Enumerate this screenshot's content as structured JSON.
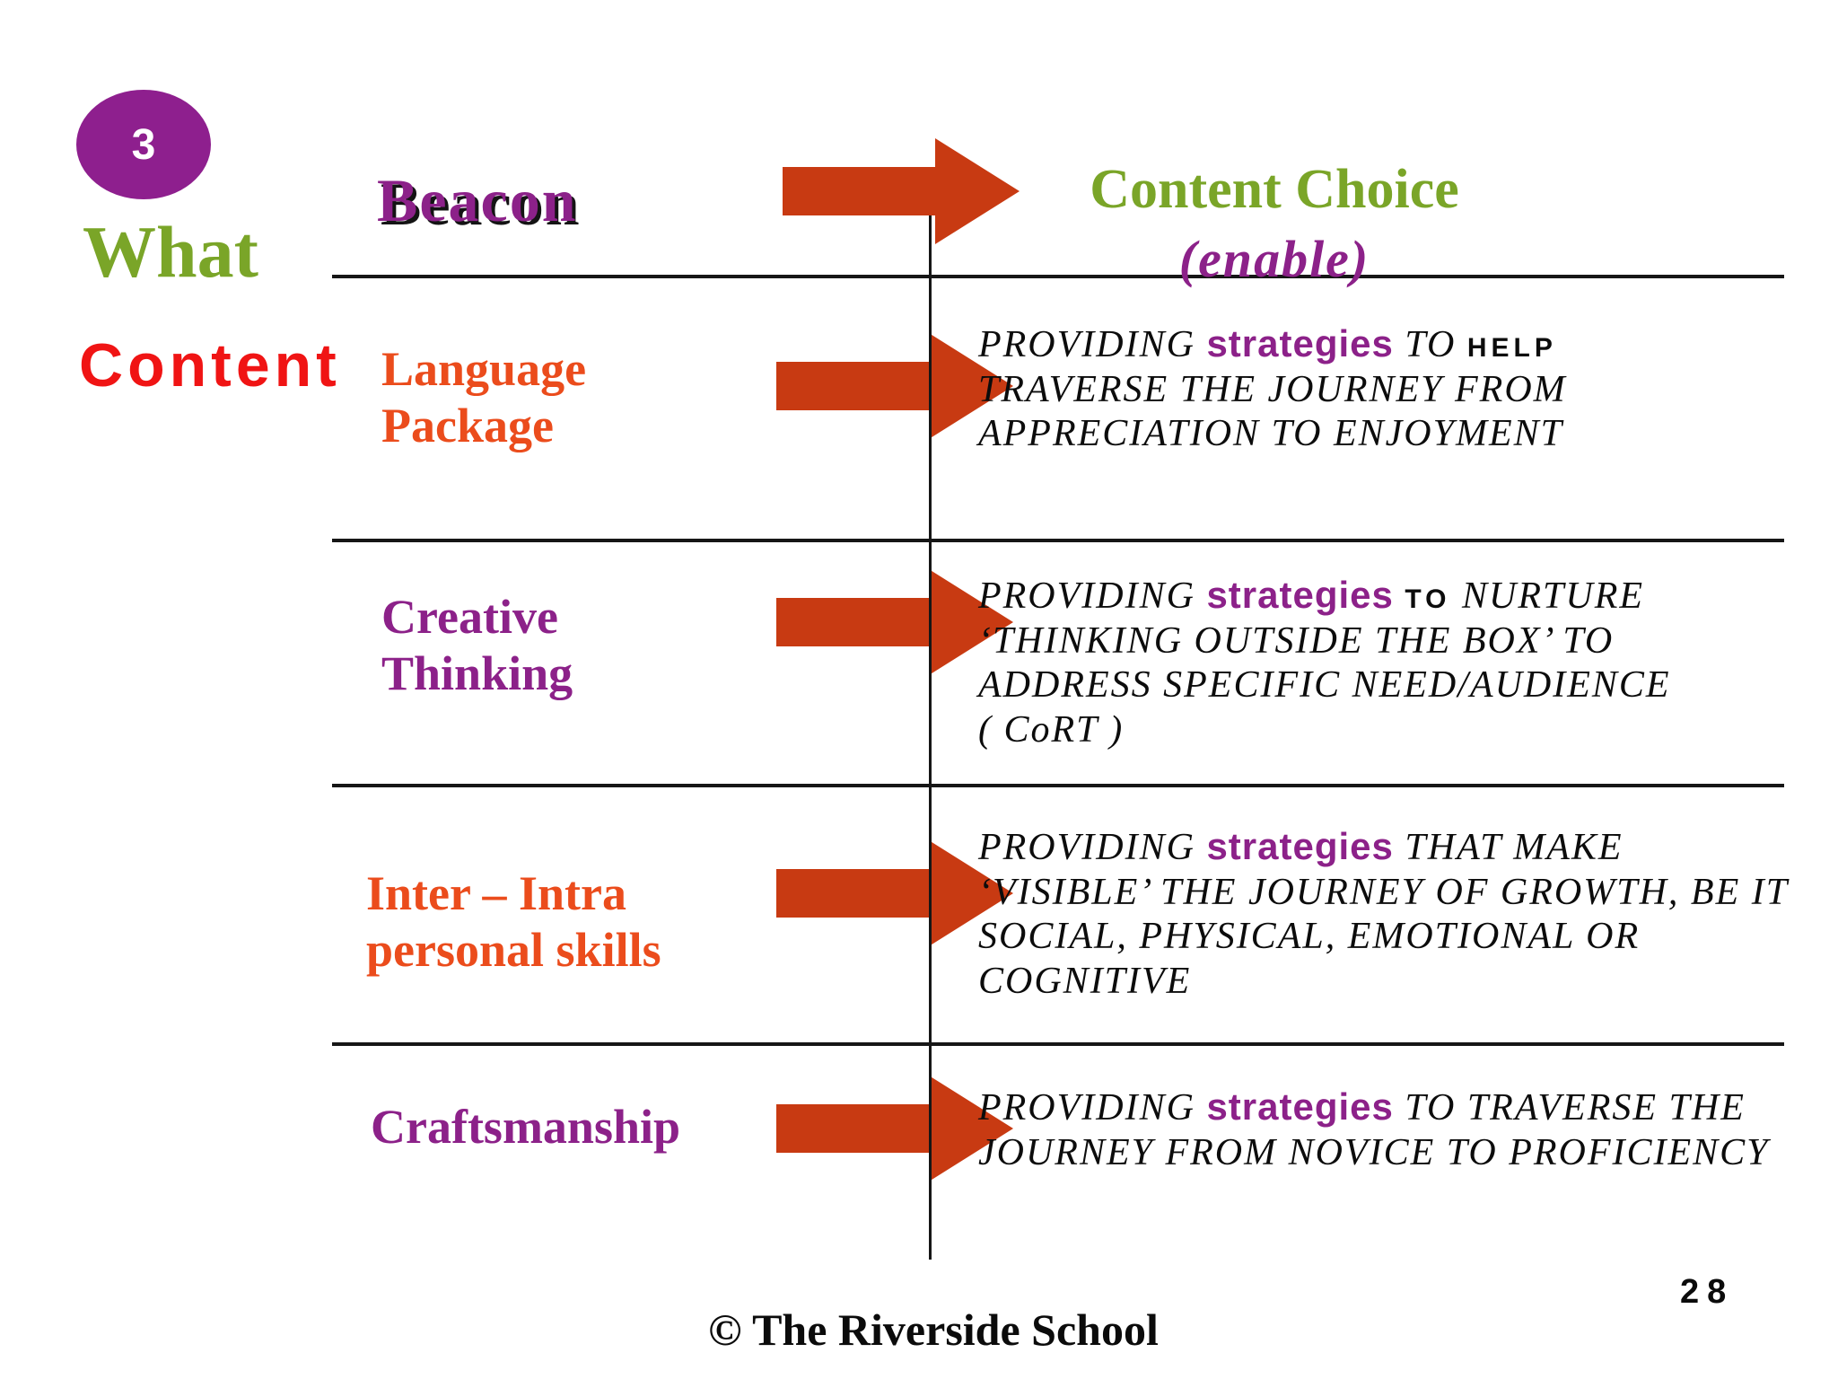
{
  "slide": {
    "badge": {
      "number": "3"
    },
    "side": {
      "what": "What",
      "content": "Content"
    },
    "header": {
      "left_title": "Beacon",
      "right_title": "Content Choice",
      "right_subtitle": "(enable)"
    },
    "rows": [
      {
        "label": "Language\nPackage",
        "label_color": "#EB4C1C",
        "desc": [
          {
            "t": "PROVIDING "
          },
          {
            "t": "strategies",
            "s": "accent"
          },
          {
            "t": " TO "
          },
          {
            "t": "HELP",
            "s": "emph"
          },
          {
            "t": "\nTRAVERSE THE JOURNEY FROM\nAPPRECIATION TO ENJOYMENT"
          }
        ]
      },
      {
        "label": "Creative\nThinking",
        "label_color": "#8C2189",
        "desc": [
          {
            "t": "PROVIDING "
          },
          {
            "t": "strategies",
            "s": "accent"
          },
          {
            "t": " "
          },
          {
            "t": "TO",
            "s": "emph"
          },
          {
            "t": " NURTURE\n‘THINKING OUTSIDE THE BOX’ TO\nADDRESS SPECIFIC NEED/AUDIENCE\n( CoRT )"
          }
        ]
      },
      {
        "label": "Inter – Intra\npersonal skills",
        "label_color": "#EB4C1C",
        "desc": [
          {
            "t": "PROVIDING "
          },
          {
            "t": "strategies",
            "s": "accent"
          },
          {
            "t": " THAT MAKE\n‘VISIBLE’ THE JOURNEY OF GROWTH, BE IT\nSOCIAL, PHYSICAL, EMOTIONAL OR\nCOGNITIVE"
          }
        ]
      },
      {
        "label": "Craftsmanship",
        "label_color": "#8C2189",
        "desc": [
          {
            "t": "PROVIDING "
          },
          {
            "t": "strategies",
            "s": "accent"
          },
          {
            "t": " TO TRAVERSE THE\nJOURNEY FROM NOVICE TO PROFICIENCY"
          }
        ]
      }
    ],
    "footer": {
      "copyright": "© The Riverside School",
      "page_number": "28"
    },
    "colors": {
      "arrow": "#C83A12",
      "purple": "#8C2189",
      "green": "#7AA528",
      "red": "#F01414",
      "orange": "#EB4C1C",
      "badge": "#8E1F8E",
      "ink": "#161616"
    }
  }
}
